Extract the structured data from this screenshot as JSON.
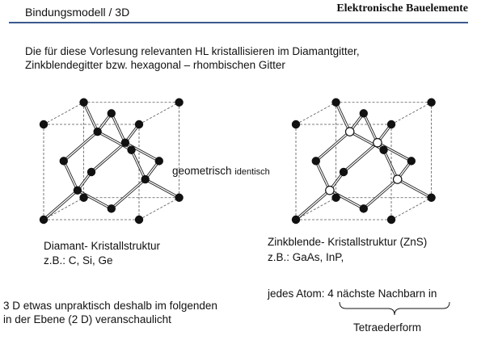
{
  "header": {
    "left_title": "Bindungsmodell / 3D",
    "right_title": "Elektronische Bauelemente",
    "rule_color": "#3a5a8c"
  },
  "intro": {
    "line1": "Die für diese Vorlesung relevanten HL kristallisieren im Diamantgitter,",
    "line2": "Zinkblendegitter bzw. hexagonal – rhombischen Gitter"
  },
  "comparison": {
    "main": "geometrisch",
    "small": "identisch"
  },
  "diamond": {
    "title": "Diamant- Kristallstruktur",
    "examples": "z.B.:  C, Si, Ge",
    "atom_style": "filled"
  },
  "zincblende": {
    "title": "Zinkblende- Kristallstruktur (ZnS)",
    "examples": "z.B.:  GaAs, InP,",
    "atom_style": "filled-and-hollow"
  },
  "note": {
    "line1": "3 D etwas unpraktisch deshalb im folgenden",
    "line2": "in der Ebene (2 D) veranschaulicht"
  },
  "neighbors": {
    "text": "jedes Atom:  4 nächste Nachbarn in",
    "shape": "Tetraederform"
  }
}
